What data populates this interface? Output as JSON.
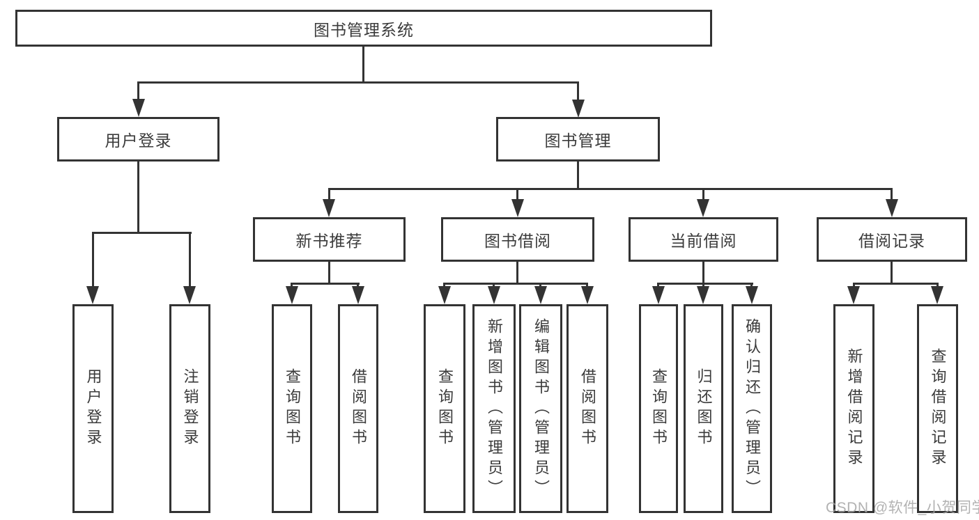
{
  "colors": {
    "line": "#333333",
    "text": "#3b3b3b",
    "watermark": "#a5a5a5",
    "background": "#ffffff"
  },
  "watermark": "CSDN @软件_小贺同学",
  "diagram": {
    "root": {
      "label": "图书管理系统"
    },
    "branches": [
      {
        "label": "用户登录",
        "children": [
          {
            "label": "用户登录"
          },
          {
            "label": "注销登录"
          }
        ]
      },
      {
        "label": "图书管理",
        "children": [
          {
            "label": "新书推荐",
            "children": [
              {
                "label": "查询图书"
              },
              {
                "label": "借阅图书"
              }
            ]
          },
          {
            "label": "图书借阅",
            "children": [
              {
                "label": "查询图书"
              },
              {
                "label": "新增图书（管理员）"
              },
              {
                "label": "编辑图书（管理员）"
              },
              {
                "label": "借阅图书"
              }
            ]
          },
          {
            "label": "当前借阅",
            "children": [
              {
                "label": "查询图书"
              },
              {
                "label": "归还图书"
              },
              {
                "label": "确认归还（管理员）"
              }
            ]
          },
          {
            "label": "借阅记录",
            "children": [
              {
                "label": "新增借阅记录"
              },
              {
                "label": "查询借阅记录"
              }
            ]
          }
        ]
      }
    ]
  }
}
